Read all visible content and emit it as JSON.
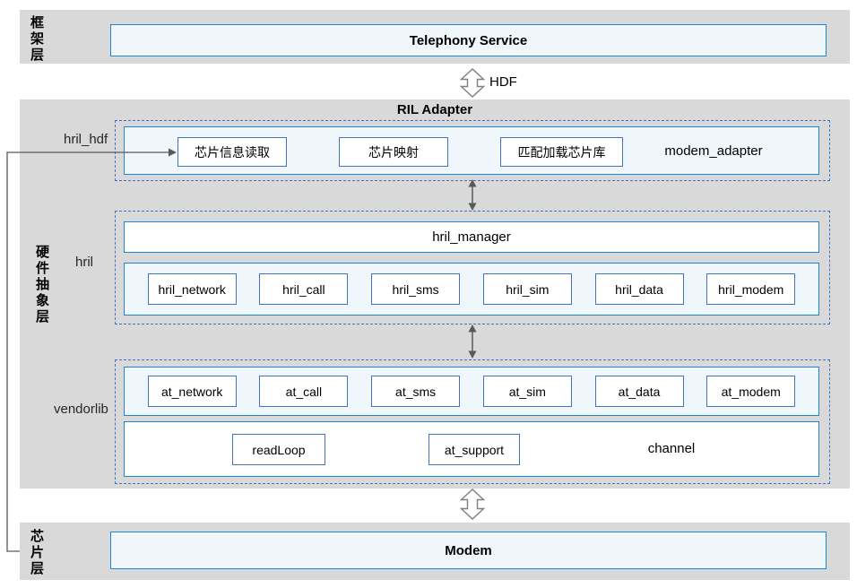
{
  "diagram": {
    "framework_layer": {
      "label": "框架层",
      "service_box": "Telephony Service"
    },
    "hdf_connector": {
      "label": "HDF"
    },
    "ril_adapter": {
      "title": "RIL Adapter",
      "layer_label": "硬件抽象层",
      "hril_hdf": {
        "label": "hril_hdf",
        "chip_info_read": "芯片信息读取",
        "chip_map": "芯片映射",
        "chip_lib_load": "匹配加载芯片库",
        "tag": "modem_adapter"
      },
      "hril": {
        "label": "hril",
        "manager": "hril_manager",
        "modules": [
          "hril_network",
          "hril_call",
          "hril_sms",
          "hril_sim",
          "hril_data",
          "hril_modem"
        ]
      },
      "vendorlib": {
        "label": "vendorlib",
        "modules": [
          "at_network",
          "at_call",
          "at_sms",
          "at_sim",
          "at_data",
          "at_modem"
        ],
        "read_loop": "readLoop",
        "at_support": "at_support",
        "channel": "channel"
      }
    },
    "chip_layer": {
      "label": "芯片层",
      "modem_box": "Modem"
    },
    "colors": {
      "band_gray": "#d9d9d9",
      "box_fill_blue": "#eff6fc",
      "solid_border_blue": "#1e87d2",
      "dashed_border_blue": "#4472c4",
      "connector_gray": "#595959"
    }
  }
}
